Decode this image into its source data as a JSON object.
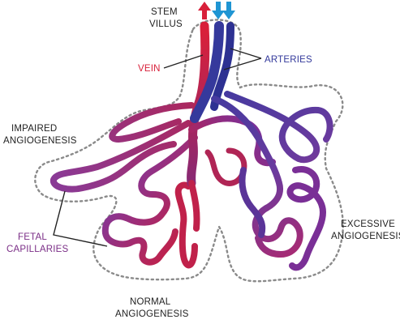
{
  "labels": {
    "stem_villus": [
      "STEM",
      "VILLUS"
    ],
    "vein": "VEIN",
    "arteries": "ARTERIES",
    "impaired": [
      "IMPAIRED",
      "ANGIOGENESIS"
    ],
    "fetal_capillaries": [
      "FETAL",
      "CAPILLARIES"
    ],
    "normal": [
      "NORMAL",
      "ANGIOGENESIS"
    ],
    "excessive": [
      "EXCESSIVE",
      "ANGIOGENESIS"
    ]
  },
  "colors": {
    "vein": "#d8203a",
    "artery": "#33399b",
    "capillary_label": "#7a2d86",
    "arrow_up": "#d8203a",
    "arrow_down": "#1f95d3",
    "outline": "#8a8a8a",
    "leader": "#222222"
  }
}
